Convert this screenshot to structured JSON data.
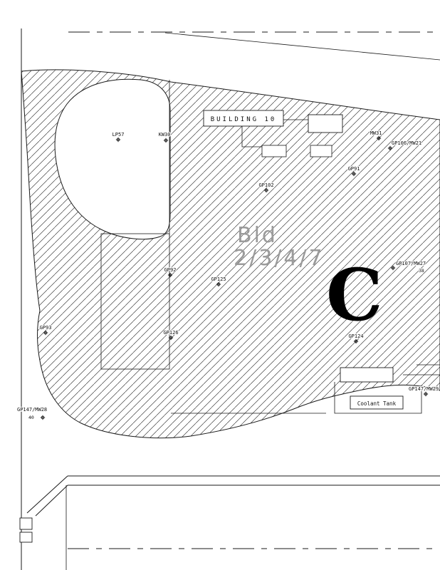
{
  "drawing": {
    "building10_label": "BUILDING 10",
    "coolant_tank_label": "Coolant Tank",
    "bld_label_line1": "Bld",
    "bld_label_line2": "2/3/4/7",
    "zone_letter": "C",
    "hatch_color": "#3a3a3a",
    "line_color": "#1a1a1a",
    "background_color": "#ffffff"
  },
  "points": [
    {
      "label": "LP57"
    },
    {
      "label": "KW30"
    },
    {
      "label": "MW31"
    },
    {
      "label": "GP106/MW21"
    },
    {
      "label": "GP91"
    },
    {
      "label": "GP102"
    },
    {
      "label": "GP107/MW27",
      "sub": "38"
    },
    {
      "label": "GP92"
    },
    {
      "label": "GP125"
    },
    {
      "label": "GP93"
    },
    {
      "label": "GP126"
    },
    {
      "label": "GP124"
    },
    {
      "label": "GP147/MW29"
    },
    {
      "label": "GP147/MW28",
      "sub": "40"
    }
  ]
}
